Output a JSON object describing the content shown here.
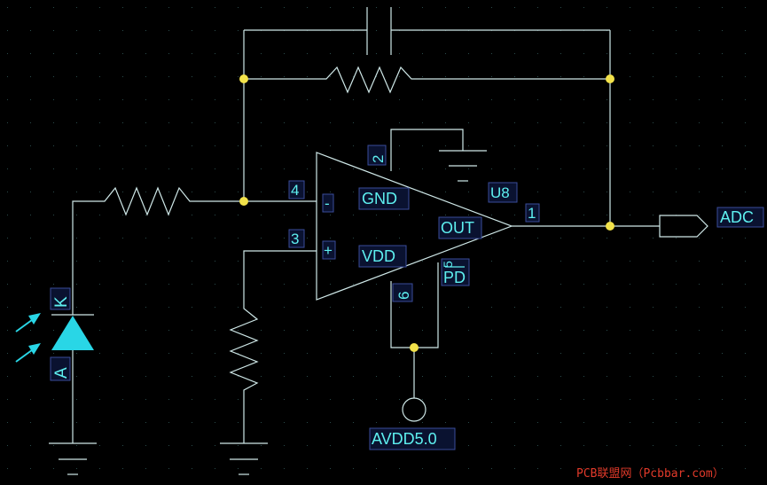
{
  "labels": {
    "pin4": "4",
    "pin4_sign": "-",
    "pin3": "3",
    "pin3_sign": "+",
    "pin2": "2",
    "pin1": "1",
    "pin6": "6",
    "pin5": "5",
    "gnd_pin": "GND",
    "vdd_pin": "VDD",
    "out_pin": "OUT",
    "pd_pin": "PD",
    "refdes": "U8",
    "adc": "ADC",
    "supply": "AVDD5.0",
    "diode_k": "K",
    "diode_a": "A"
  },
  "watermark": "PCB联盟网（Pcbbar.com）",
  "colors": {
    "background": "#000000",
    "wire": "#cfe8e8",
    "label": "#5ef0f0",
    "junction": "#f2e24a",
    "diode": "#29d6e6",
    "watermark": "#e23a2a"
  }
}
